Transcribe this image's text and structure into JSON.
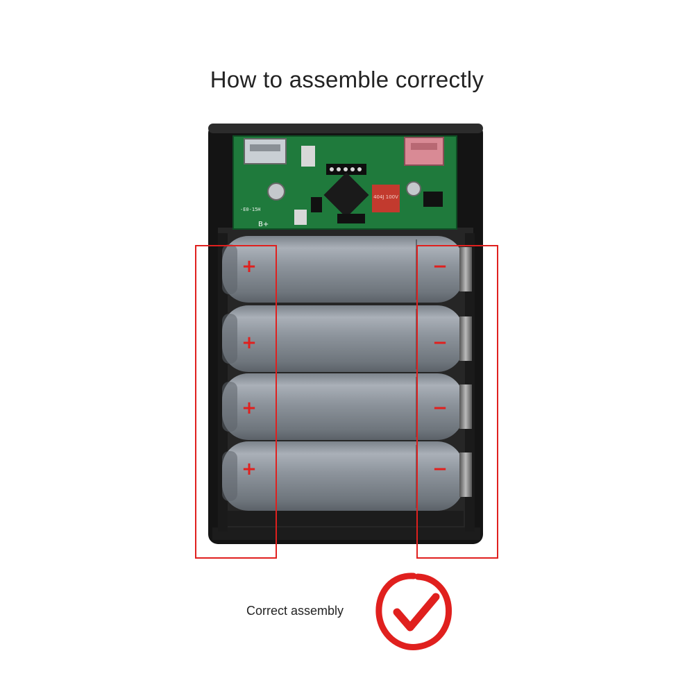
{
  "title": "How to assemble correctly",
  "caption": "Correct assembly",
  "pcb_labels": {
    "b_plus": "B+",
    "capacitor": "404J 100V"
  },
  "batteries": [
    {
      "positive": "+",
      "negative": "−"
    },
    {
      "positive": "+",
      "negative": "−"
    },
    {
      "positive": "+",
      "negative": "−"
    },
    {
      "positive": "+",
      "negative": "−"
    }
  ],
  "colors": {
    "highlight": "#e0201e",
    "battery": "#8e959e",
    "case": "#141414",
    "pcb": "#1f7a3c"
  },
  "icons": {
    "checkmark": "checkmark-circle-icon"
  }
}
